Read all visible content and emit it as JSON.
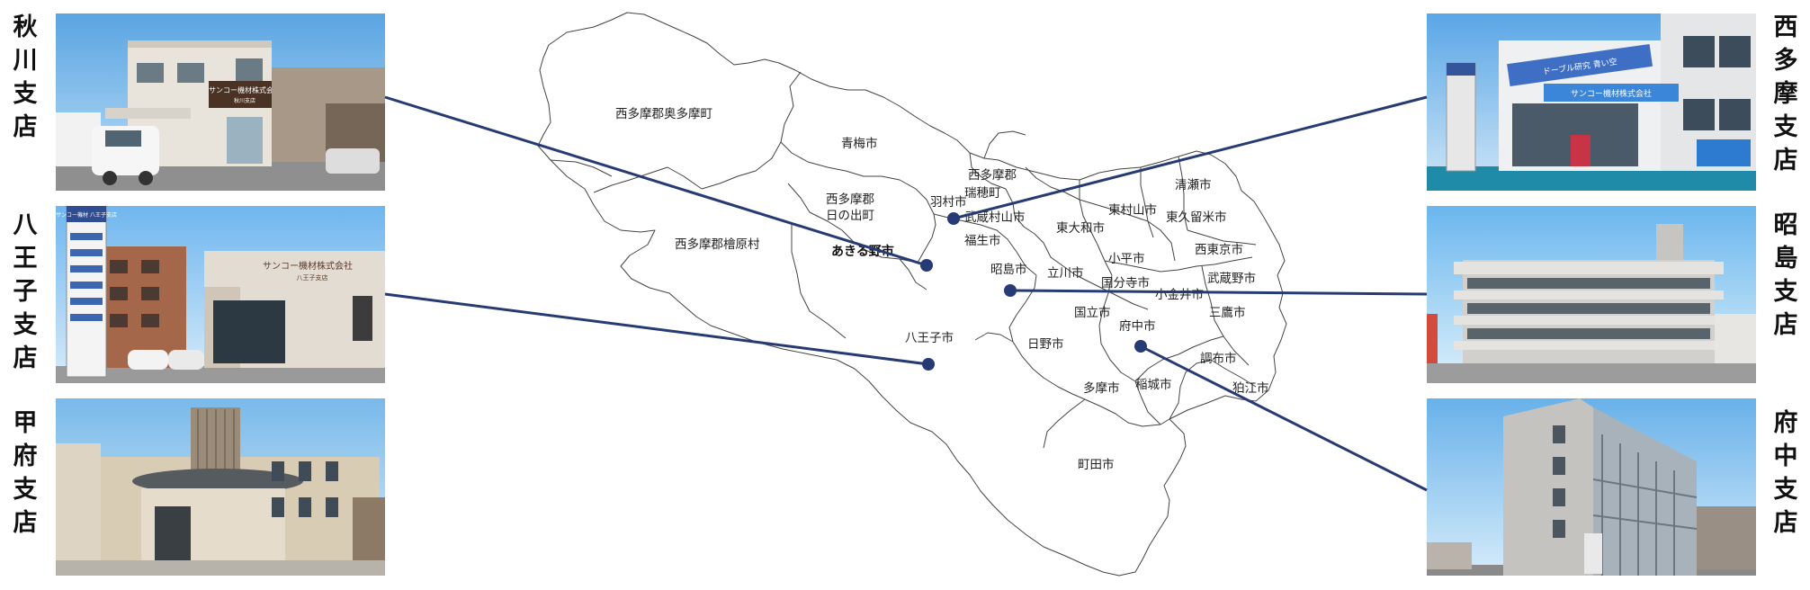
{
  "colors": {
    "connector": "#263a73",
    "boundary": "#444444",
    "sky": "#6fb0e6"
  },
  "branches": [
    {
      "id": "akikawa",
      "name": "秋川支店",
      "side": "left",
      "photo_icon": "store-building-photo"
    },
    {
      "id": "hachioji",
      "name": "八王子支店",
      "side": "left",
      "photo_icon": "store-building-photo"
    },
    {
      "id": "kofu",
      "name": "甲府支店",
      "side": "left",
      "photo_icon": "store-building-photo"
    },
    {
      "id": "nishitama",
      "name": "西多摩支店",
      "side": "right",
      "photo_icon": "store-building-photo"
    },
    {
      "id": "akishima",
      "name": "昭島支店",
      "side": "right",
      "photo_icon": "office-building-photo"
    },
    {
      "id": "fuchu",
      "name": "府中支店",
      "side": "right",
      "photo_icon": "office-building-photo"
    }
  ],
  "signs": {
    "akikawa": [
      "サンコー機材株式会社",
      "秋川支店"
    ],
    "hachioji": [
      "サンコー機材株式会社",
      "八王子支店"
    ],
    "hachioji_pole": "サンコー機材 八王子支店",
    "nishitama_banner": "サンコー機材株式会社",
    "nishitama_top": "ドーブル研究 青い空"
  },
  "map": {
    "municipalities": [
      {
        "name": "西多摩郡奥多摩町"
      },
      {
        "name": "青梅市"
      },
      {
        "name": "西多摩郡"
      },
      {
        "name": "瑞穂町"
      },
      {
        "name": "羽村市"
      },
      {
        "name": "清瀬市"
      },
      {
        "name": "西多摩郡"
      },
      {
        "name": "日の出町"
      },
      {
        "name": "武蔵村山市"
      },
      {
        "name": "東村山市"
      },
      {
        "name": "東久留米市"
      },
      {
        "name": "東大和市"
      },
      {
        "name": "福生市"
      },
      {
        "name": "西多摩郡檜原村"
      },
      {
        "name": "あきる野市",
        "bold": true
      },
      {
        "name": "小平市"
      },
      {
        "name": "西東京市"
      },
      {
        "name": "昭島市"
      },
      {
        "name": "立川市"
      },
      {
        "name": "国分寺市"
      },
      {
        "name": "武蔵野市"
      },
      {
        "name": "小金井市"
      },
      {
        "name": "三鷹市"
      },
      {
        "name": "国立市"
      },
      {
        "name": "府中市"
      },
      {
        "name": "八王子市"
      },
      {
        "name": "日野市"
      },
      {
        "name": "調布市"
      },
      {
        "name": "稲城市"
      },
      {
        "name": "多摩市"
      },
      {
        "name": "狛江市"
      },
      {
        "name": "町田市"
      }
    ],
    "markers": [
      {
        "branch": "akikawa",
        "at": "あきる野市"
      },
      {
        "branch": "hachioji",
        "at": "八王子市"
      },
      {
        "branch": "nishitama",
        "at": "羽村市"
      },
      {
        "branch": "akishima",
        "at": "昭島市"
      },
      {
        "branch": "fuchu",
        "at": "府中市"
      }
    ]
  }
}
